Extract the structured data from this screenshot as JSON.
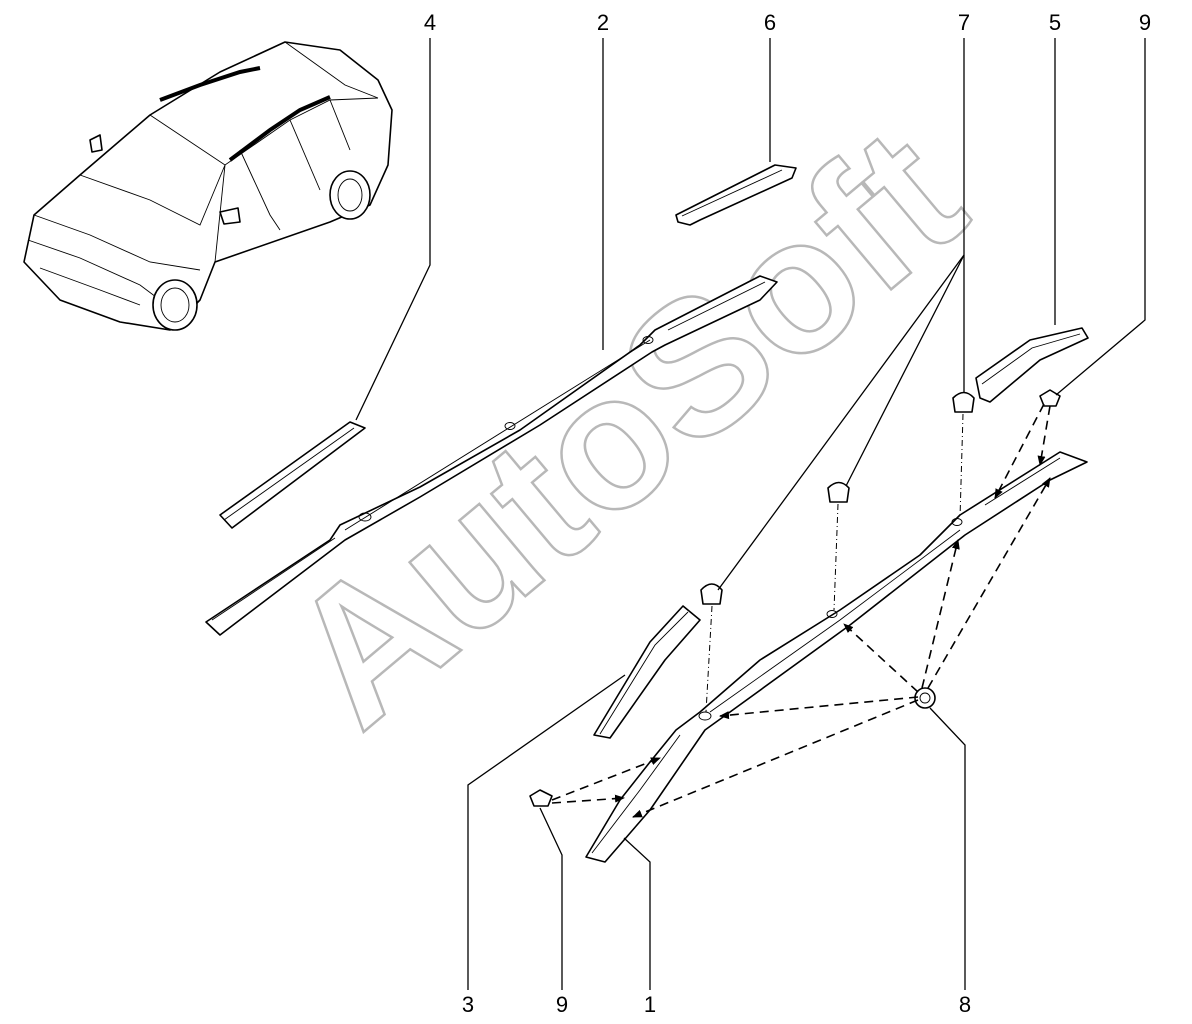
{
  "diagram": {
    "watermark": "AutoSoft",
    "callouts": [
      {
        "id": "label-4-top",
        "text": "4"
      },
      {
        "id": "label-2-top",
        "text": "2"
      },
      {
        "id": "label-6-top",
        "text": "6"
      },
      {
        "id": "label-7-top",
        "text": "7"
      },
      {
        "id": "label-5-top",
        "text": "5"
      },
      {
        "id": "label-9-top",
        "text": "9"
      },
      {
        "id": "label-3-bottom",
        "text": "3"
      },
      {
        "id": "label-9-bottom",
        "text": "9"
      },
      {
        "id": "label-1-bottom",
        "text": "1"
      },
      {
        "id": "label-8-bottom",
        "text": "8"
      }
    ],
    "colors": {
      "line": "#000000",
      "watermark": "#b8b8b8",
      "background": "#ffffff"
    }
  }
}
